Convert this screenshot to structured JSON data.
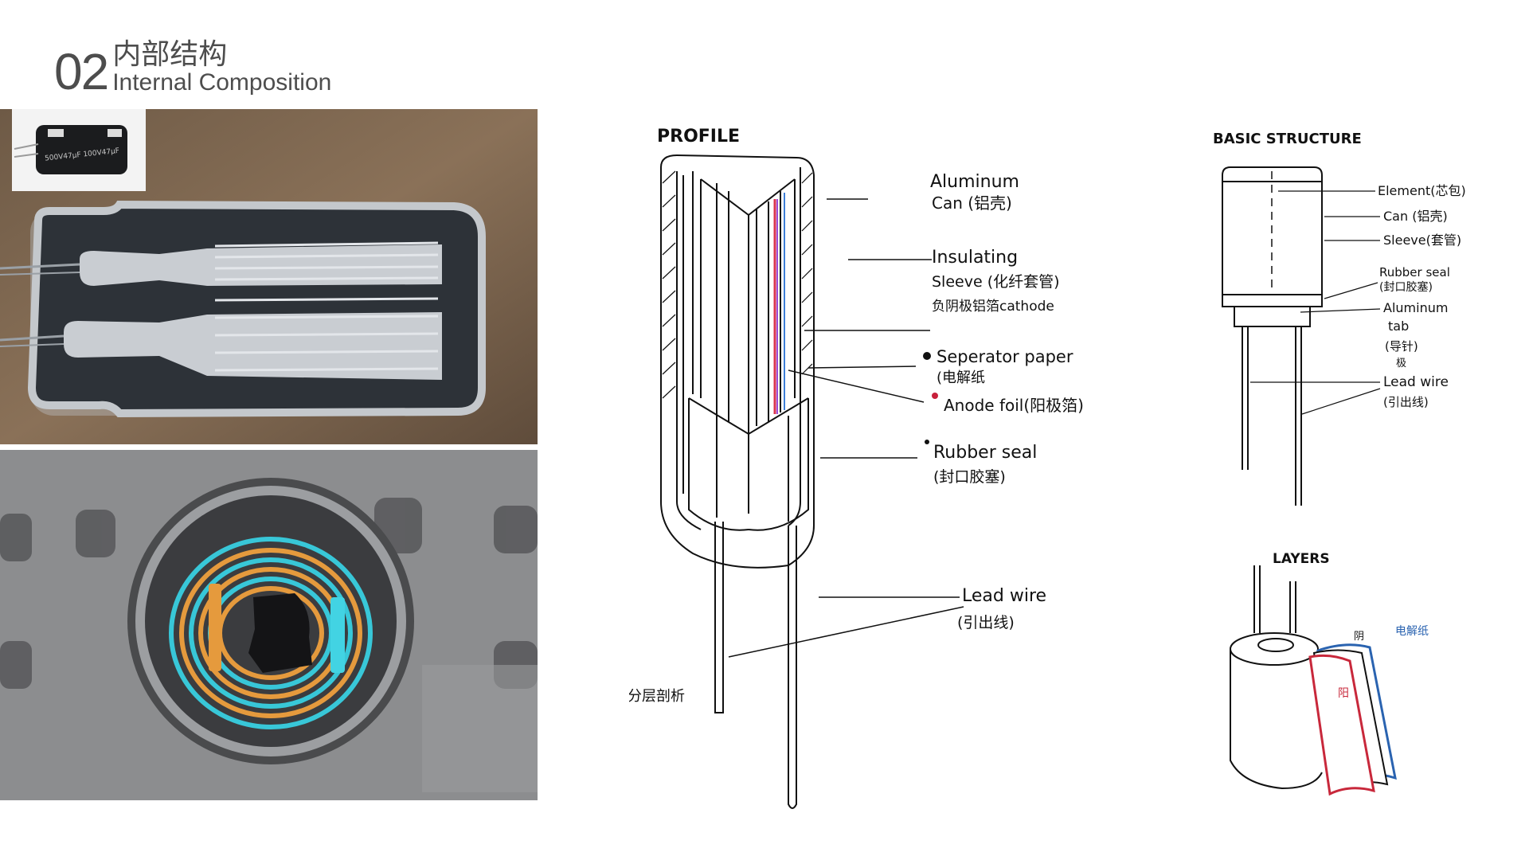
{
  "header": {
    "number": "02",
    "title_zh": "内部结构",
    "title_en": "Internal Composition"
  },
  "inset": {
    "print": "500V47µF 100V47µF"
  },
  "profile": {
    "title": "PROFILE",
    "labels": {
      "aluminum": "Aluminum",
      "can": "Can (铝壳)",
      "insulating": "Insulating",
      "sleeve": "Sleeve (化纤套管)",
      "cathode": "负阴极铝箔cathode",
      "separator": "Seperator paper",
      "separator_zh": "(电解纸",
      "anode": "Anode foil(阳极箔)",
      "rubber": "Rubber seal",
      "rubber_zh": "(封口胶塞)",
      "lead": "Lead wire",
      "lead_zh": "(引出线)",
      "side_note": "分层剖析"
    }
  },
  "basic": {
    "title": "BASIC STRUCTURE",
    "labels": {
      "element": "Element(芯包)",
      "can": "Can (铝壳)",
      "sleeve": "Sleeve(套管)",
      "rubber": "Rubber seal",
      "rubber_zh": "(封口胶塞)",
      "alum": "Aluminum",
      "tab": "tab",
      "tab_zh": "(导针)",
      "tab_zh2": "极",
      "lead": "Lead wire",
      "lead_zh": "(引出线)"
    }
  },
  "layers": {
    "title": "LAYERS",
    "yang": "阳",
    "yin": "阴",
    "paper": "电解纸"
  }
}
